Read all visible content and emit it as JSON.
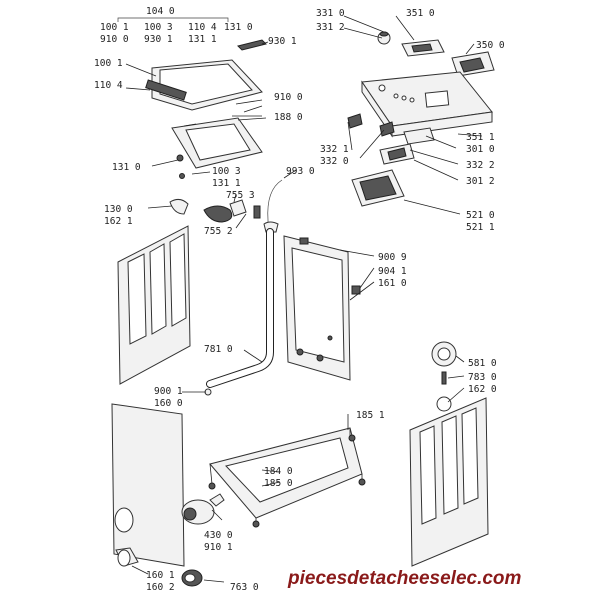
{
  "diagram": {
    "labels": {
      "l104_0": "104 0",
      "l100_1": "100 1",
      "l100_3a": "100 3",
      "l110_4a": "110 4",
      "l131_0a": "131 0",
      "l910_0a": "910 0",
      "l930_1a": "930 1",
      "l131_1a": "131 1",
      "l930_1b": "930 1",
      "l100_1b": "100 1",
      "l110_4b": "110 4",
      "l910_0b": "910 0",
      "l188_0": "188 0",
      "l131_0b": "131 0",
      "l100_3b": "100 3",
      "l131_1b": "131 1",
      "l755_3": "755 3",
      "l993_0": "993 0",
      "l130_0": "130 0",
      "l162_1": "162 1",
      "l755_2": "755 2",
      "l331_0": "331 0",
      "l331_2": "331 2",
      "l351_0": "351 0",
      "l350_0": "350 0",
      "l351_1": "351 1",
      "l301_0": "301 0",
      "l332_2": "332 2",
      "l301_2": "301 2",
      "l332_1": "332 1",
      "l332_0": "332 0",
      "l521_0": "521 0",
      "l521_1": "521 1",
      "l900_9": "900 9",
      "l904_1": "904 1",
      "l161_0": "161 0",
      "l781_0": "781 0",
      "l900_1": "900 1",
      "l160_0": "160 0",
      "l185_1": "185 1",
      "l184_0": "184 0",
      "l185_0": "185 0",
      "l430_0": "430 0",
      "l910_1": "910 1",
      "l160_1": "160 1",
      "l160_2": "160 2",
      "l763_0": "763 0",
      "l581_0": "581 0",
      "l783_0": "783 0",
      "l162_0": "162 0"
    },
    "watermark": "piecesdetacheeselec.com"
  },
  "colors": {
    "line": "#222222",
    "part_fill": "#f2f2f2",
    "dark_part": "#555555",
    "watermark": "#8a1a1a"
  }
}
